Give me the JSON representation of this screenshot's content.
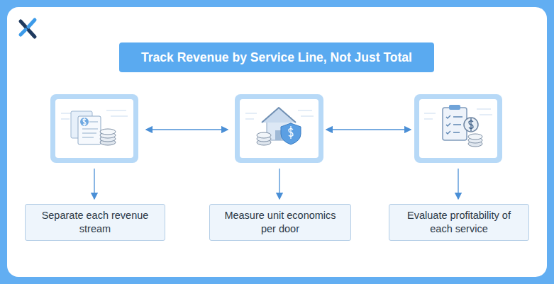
{
  "diagram": {
    "title": "Track Revenue by Service Line, Not Just Total",
    "nodes": [
      {
        "text": [
          "Separate each revenue stream"
        ]
      },
      {
        "text": [
          "Measure unit economics per door"
        ]
      },
      {
        "text": [
          "Evaluate profitability of each service"
        ]
      }
    ]
  }
}
